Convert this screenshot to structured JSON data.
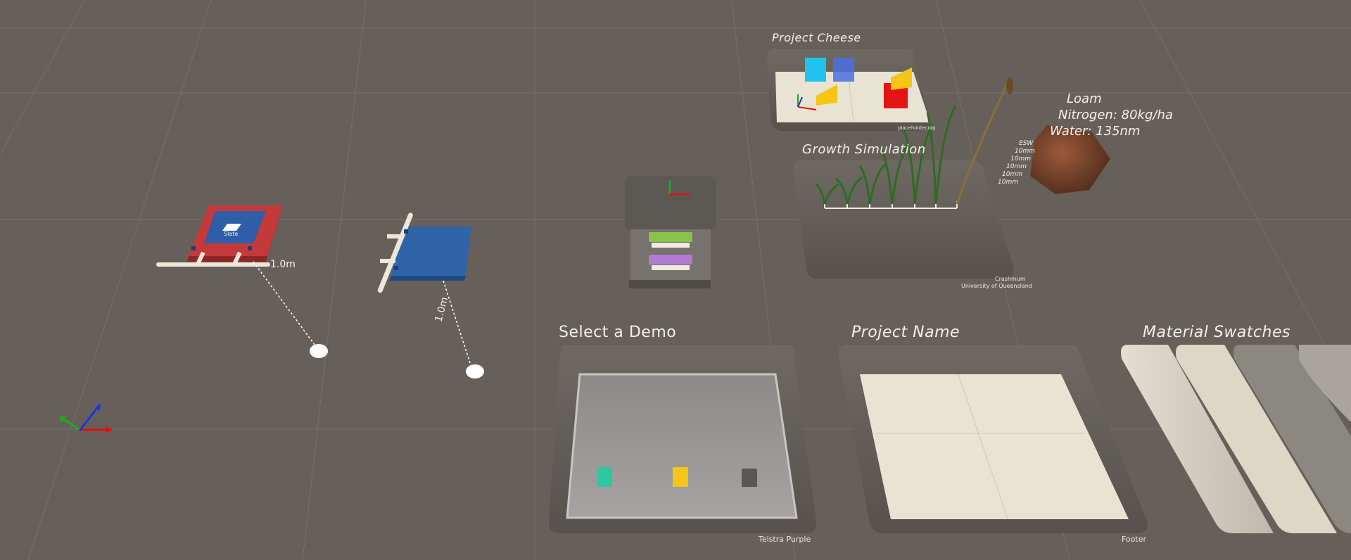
{
  "scene": {
    "panels": {
      "select_demo": {
        "title": "Select a Demo",
        "footer": "Telstra Purple"
      },
      "project_name": {
        "title": "Project Name",
        "footer": "Footer"
      },
      "material_swatches": {
        "title": "Material Swatches"
      },
      "project_cheese": {
        "title": "Project Cheese",
        "caption": "placeholder.obj"
      },
      "growth_simulation": {
        "title": "Growth Simulation",
        "credit_line1": "Crashmum",
        "credit_line2": "University of Queensland",
        "esw_label": "ESW",
        "esw_values": [
          "10mm",
          "10mm",
          "10mm",
          "10mm",
          "10mm"
        ],
        "soil_type": "Loam",
        "nitrogen": "Nitrogen: 80kg/ha",
        "water": "Water: 135nm"
      }
    },
    "ruler_labels": {
      "red_slate": "1.0m",
      "blue_slate": "1.0m"
    },
    "slate_logo_text": "Slate",
    "colors": {
      "background": "#67605a",
      "grid": "#7d7771",
      "axis_x": "#e01010",
      "axis_y": "#18b018",
      "axis_z": "#1836e0",
      "slate_red": "#c43a3a",
      "slate_blue": "#2f64a8",
      "panel_dark": "#5d5853",
      "cream": "#e8e3d2"
    },
    "icons": [
      "axis-gizmo-icon",
      "slate-logo-icon",
      "cheese-icon",
      "plant-icon",
      "soil-rock-icon"
    ]
  }
}
